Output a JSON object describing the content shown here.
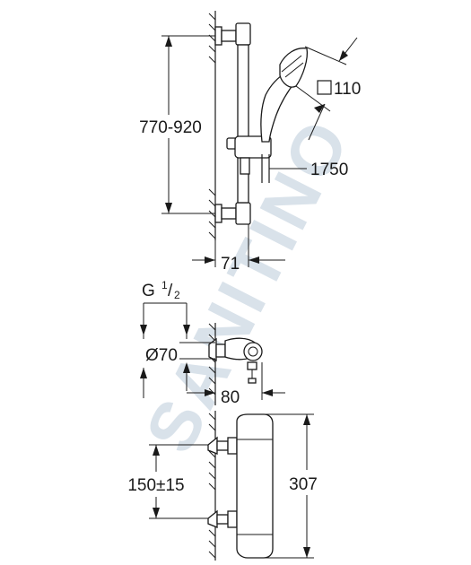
{
  "watermark": {
    "text": "SANITINO",
    "color": "#d9e2ea"
  },
  "dimensions": {
    "rail_height": "770-920",
    "handshower_head": "110",
    "hose_length": "1750",
    "rail_depth": "71",
    "thread": {
      "prefix": "G ",
      "numerator": "1",
      "slash": "/",
      "denominator": "2"
    },
    "rosette_diameter": "Ø70",
    "mixer_depth": "80",
    "connection_spacing": "150±15",
    "mixer_height": "307"
  }
}
